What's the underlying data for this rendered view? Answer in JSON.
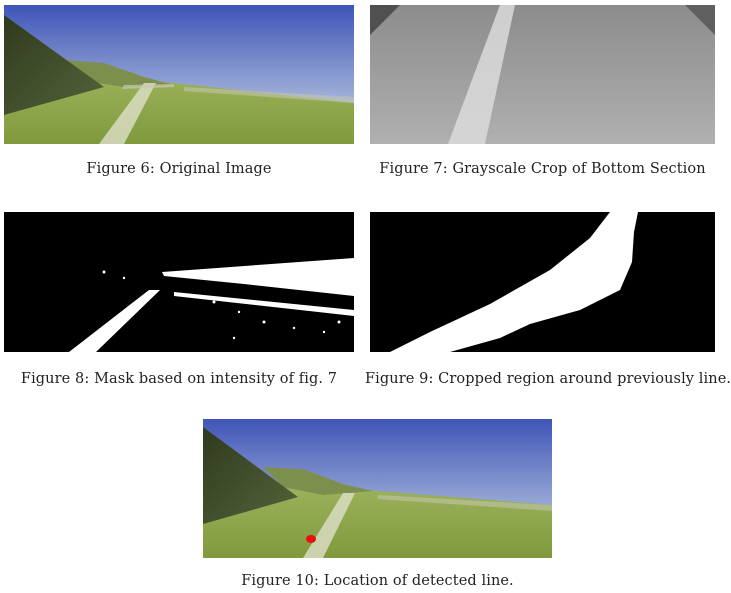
{
  "figures": [
    {
      "caption": "Figure 6: Original Image"
    },
    {
      "caption": "Figure 7: Grayscale Crop of Bottom Section"
    },
    {
      "caption": "Figure 8: Mask based on intensity of fig. 7"
    },
    {
      "caption": "Figure 9: Cropped region around previously line."
    },
    {
      "caption": "Figure 10: Location of detected line."
    }
  ],
  "colors": {
    "sky_top": "#3f55b8",
    "sky_bottom": "#b9c8e0",
    "grass": "#8fa84a",
    "hill": "#3e4a2a",
    "path": "#d9dcc2",
    "marker": "#e81010"
  }
}
